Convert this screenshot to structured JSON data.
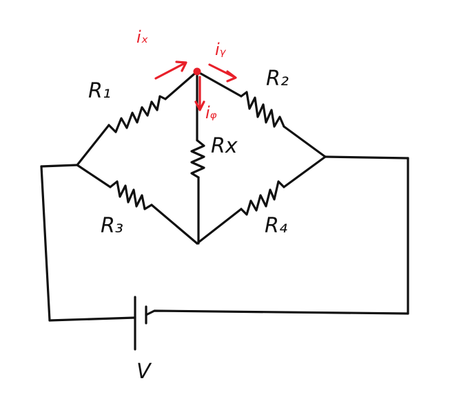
{
  "colors": {
    "ink": "#111111",
    "annotation": "#e8202a"
  },
  "components": {
    "r1": "R₁",
    "r2": "R₂",
    "r3": "R₃",
    "r4": "R₄",
    "rx": "Rx",
    "source": "V"
  },
  "currents": {
    "ix": "iₓ",
    "iy": "iᵧ",
    "iz": "iᵩ"
  }
}
